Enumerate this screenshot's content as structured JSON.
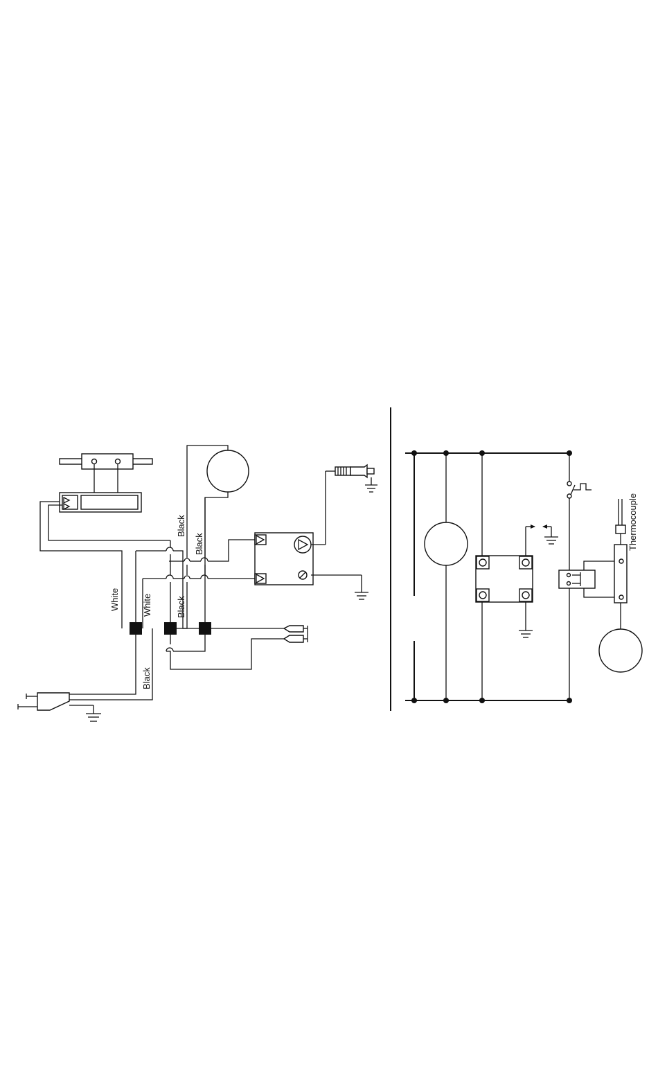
{
  "wiring": {
    "label_white_1": "White",
    "label_white_2": "White",
    "label_black_1": "Black",
    "label_black_2": "Black",
    "label_black_3": "Black",
    "label_black_4": "Black"
  },
  "schematic": {
    "label_thermocouple": "Thermocouple"
  },
  "icons": [
    "ground-icon",
    "plug-icon",
    "motor-icon",
    "light-switch-icon"
  ]
}
